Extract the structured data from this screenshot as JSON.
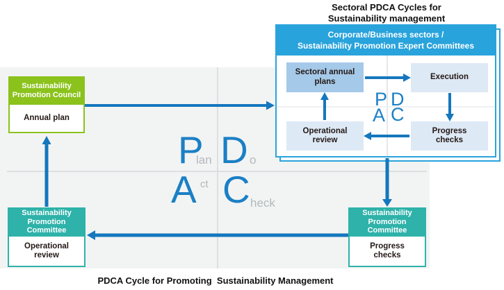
{
  "top_title": {
    "line1": "Sectoral PDCA Cycles for",
    "line2": "Sustainability management"
  },
  "caption": "PDCA Cycle for Promoting  Sustainability Management",
  "background_cycle": {
    "plan_big": "P",
    "plan_small": "lan",
    "do_big": "D",
    "do_small": "o",
    "act_big": "A",
    "act_small": "ct",
    "check_big": "C",
    "check_small": "heck"
  },
  "council": {
    "header": "Sustainability Promotion Council",
    "body": "Annual plan"
  },
  "committee_left": {
    "header": "Sustainability Promotion Committee",
    "body": "Operational review"
  },
  "committee_right": {
    "header": "Sustainability Promotion Committee",
    "body": "Progress checks"
  },
  "panel": {
    "header_line1": "Corporate/Business sectors /",
    "header_line2": "Sustainability Promotion Expert Committees",
    "plan_box": "Sectoral annual plans",
    "do_box": "Execution",
    "check_box": "Progress checks",
    "act_box": "Operational review",
    "letters": {
      "p": "P",
      "d": "D",
      "a": "A",
      "c": "C"
    }
  },
  "colors": {
    "council_green": "#8bc21c",
    "committee_teal": "#2eb2a9",
    "panel_blue": "#29a3dc",
    "arrow_blue": "#1577bd",
    "watermark_blue": "#1b80c5",
    "watermark_gray": "#b2b8bc",
    "background_gray": "#f2f4f4",
    "plan_box_fill": "#a5c9e8",
    "light_box_fill": "#dde9f5"
  }
}
